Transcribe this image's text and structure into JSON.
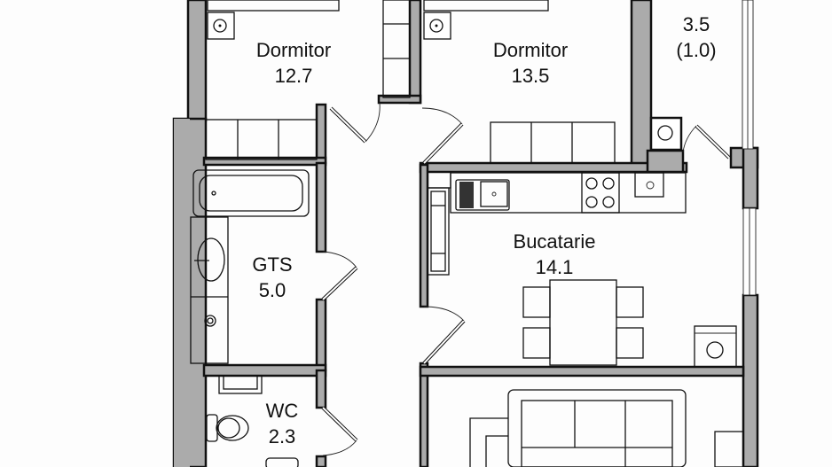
{
  "plan": {
    "type": "apartment floor plan",
    "background_color": "#fdfdfd",
    "wall_color": "#ababab",
    "line_color": "#111111",
    "rooms": [
      {
        "name": "Dormitor",
        "area": "12.7"
      },
      {
        "name": "Dormitor",
        "area": "13.5"
      },
      {
        "name": "",
        "area": "3.5",
        "sub_area": "(1.0)"
      },
      {
        "name": "GTS",
        "area": "5.0"
      },
      {
        "name": "Bucatarie",
        "area": "14.1"
      },
      {
        "name": "WC",
        "area": "2.3"
      }
    ],
    "fixtures": [
      "bathtub",
      "washbasin",
      "toilet",
      "kitchen-sink",
      "cooktop",
      "washing-machine",
      "dining-table",
      "sofa",
      "wardrobe",
      "boiler"
    ]
  }
}
